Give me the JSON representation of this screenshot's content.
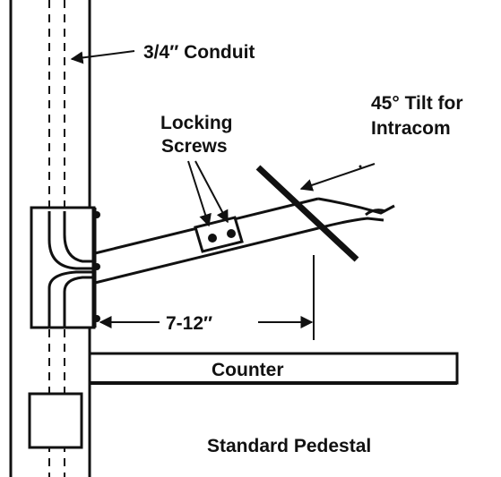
{
  "labels": {
    "conduit": "3/4″ Conduit",
    "locking": "Locking",
    "screws": "Screws",
    "tilt": "45° Tilt for",
    "intracom": "Intracom",
    "distance": "7-12″",
    "counter": "Counter",
    "caption": "Standard Pedestal"
  },
  "colors": {
    "ink": "#111111",
    "paper": "#ffffff"
  }
}
